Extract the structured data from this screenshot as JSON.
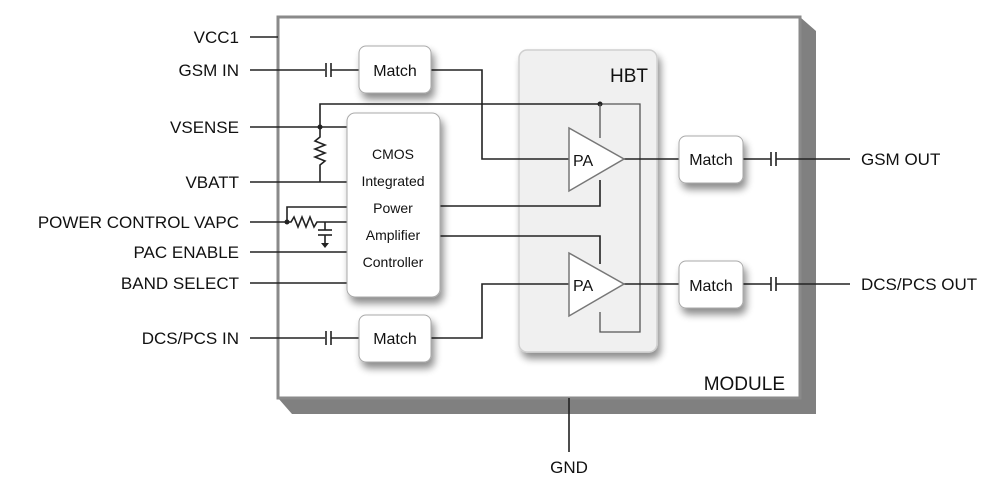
{
  "diagram": {
    "module_label": "MODULE",
    "hbt_label": "HBT",
    "controller_lines": [
      "CMOS",
      "Integrated",
      "Power",
      "Amplifier",
      "Controller"
    ],
    "pa_label": "PA",
    "match_label": "Match",
    "left_pins": [
      {
        "id": "vcc1",
        "label": "VCC1"
      },
      {
        "id": "gsm-in",
        "label": "GSM IN"
      },
      {
        "id": "vsense",
        "label": "VSENSE"
      },
      {
        "id": "vbatt",
        "label": "VBATT"
      },
      {
        "id": "vapc",
        "label": "POWER CONTROL VAPC"
      },
      {
        "id": "pac-enable",
        "label": "PAC ENABLE"
      },
      {
        "id": "band-select",
        "label": "BAND SELECT"
      },
      {
        "id": "dcs-pcs-in",
        "label": "DCS/PCS IN"
      }
    ],
    "right_pins": [
      {
        "id": "gsm-out",
        "label": "GSM OUT"
      },
      {
        "id": "dcs-pcs-out",
        "label": "DCS/PCS OUT"
      }
    ],
    "bottom_pin": {
      "id": "gnd",
      "label": "GND"
    },
    "colors": {
      "module_border": "#8a8a8a",
      "module_shadow": "#808080",
      "hbt_fill": "#f0f0f0",
      "block_fill": "#ffffff",
      "wire": "#222222"
    }
  }
}
